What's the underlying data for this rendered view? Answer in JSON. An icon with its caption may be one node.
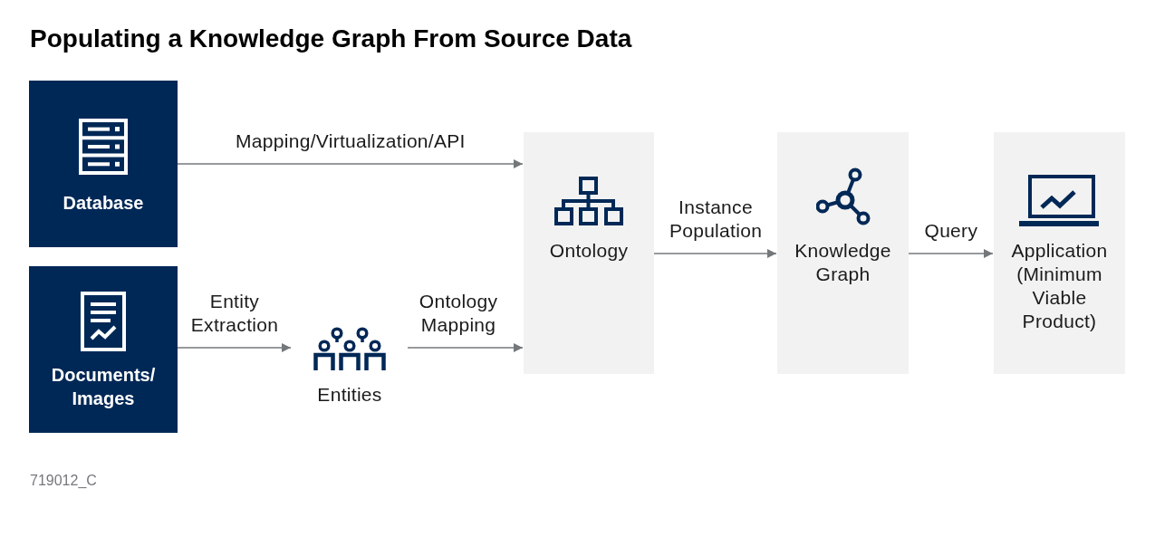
{
  "diagram": {
    "title": "Populating a Knowledge Graph From Source Data",
    "nodes": [
      {
        "text": [
          "Database"
        ]
      },
      {
        "text": [
          "Documents/ Images"
        ]
      },
      {
        "text": [
          "Entities"
        ]
      },
      {
        "text": [
          "Ontology"
        ]
      },
      {
        "text": [
          "Knowledge Graph"
        ]
      },
      {
        "text": [
          "Application (Minimum Viable Product)"
        ]
      }
    ],
    "edges": [
      {
        "from": 0,
        "to": 3,
        "arrow": "to",
        "label": "Mapping/Virtualization/API"
      },
      {
        "from": 1,
        "to": 2,
        "arrow": "to",
        "label": "Entity Extraction"
      },
      {
        "from": 2,
        "to": 3,
        "arrow": "to",
        "label": "Ontology Mapping"
      },
      {
        "from": 3,
        "to": 4,
        "arrow": "to",
        "label": "Instance Population"
      },
      {
        "from": 4,
        "to": 5,
        "arrow": "to",
        "label": "Query"
      }
    ],
    "labels": [
      "719012_C"
    ]
  }
}
